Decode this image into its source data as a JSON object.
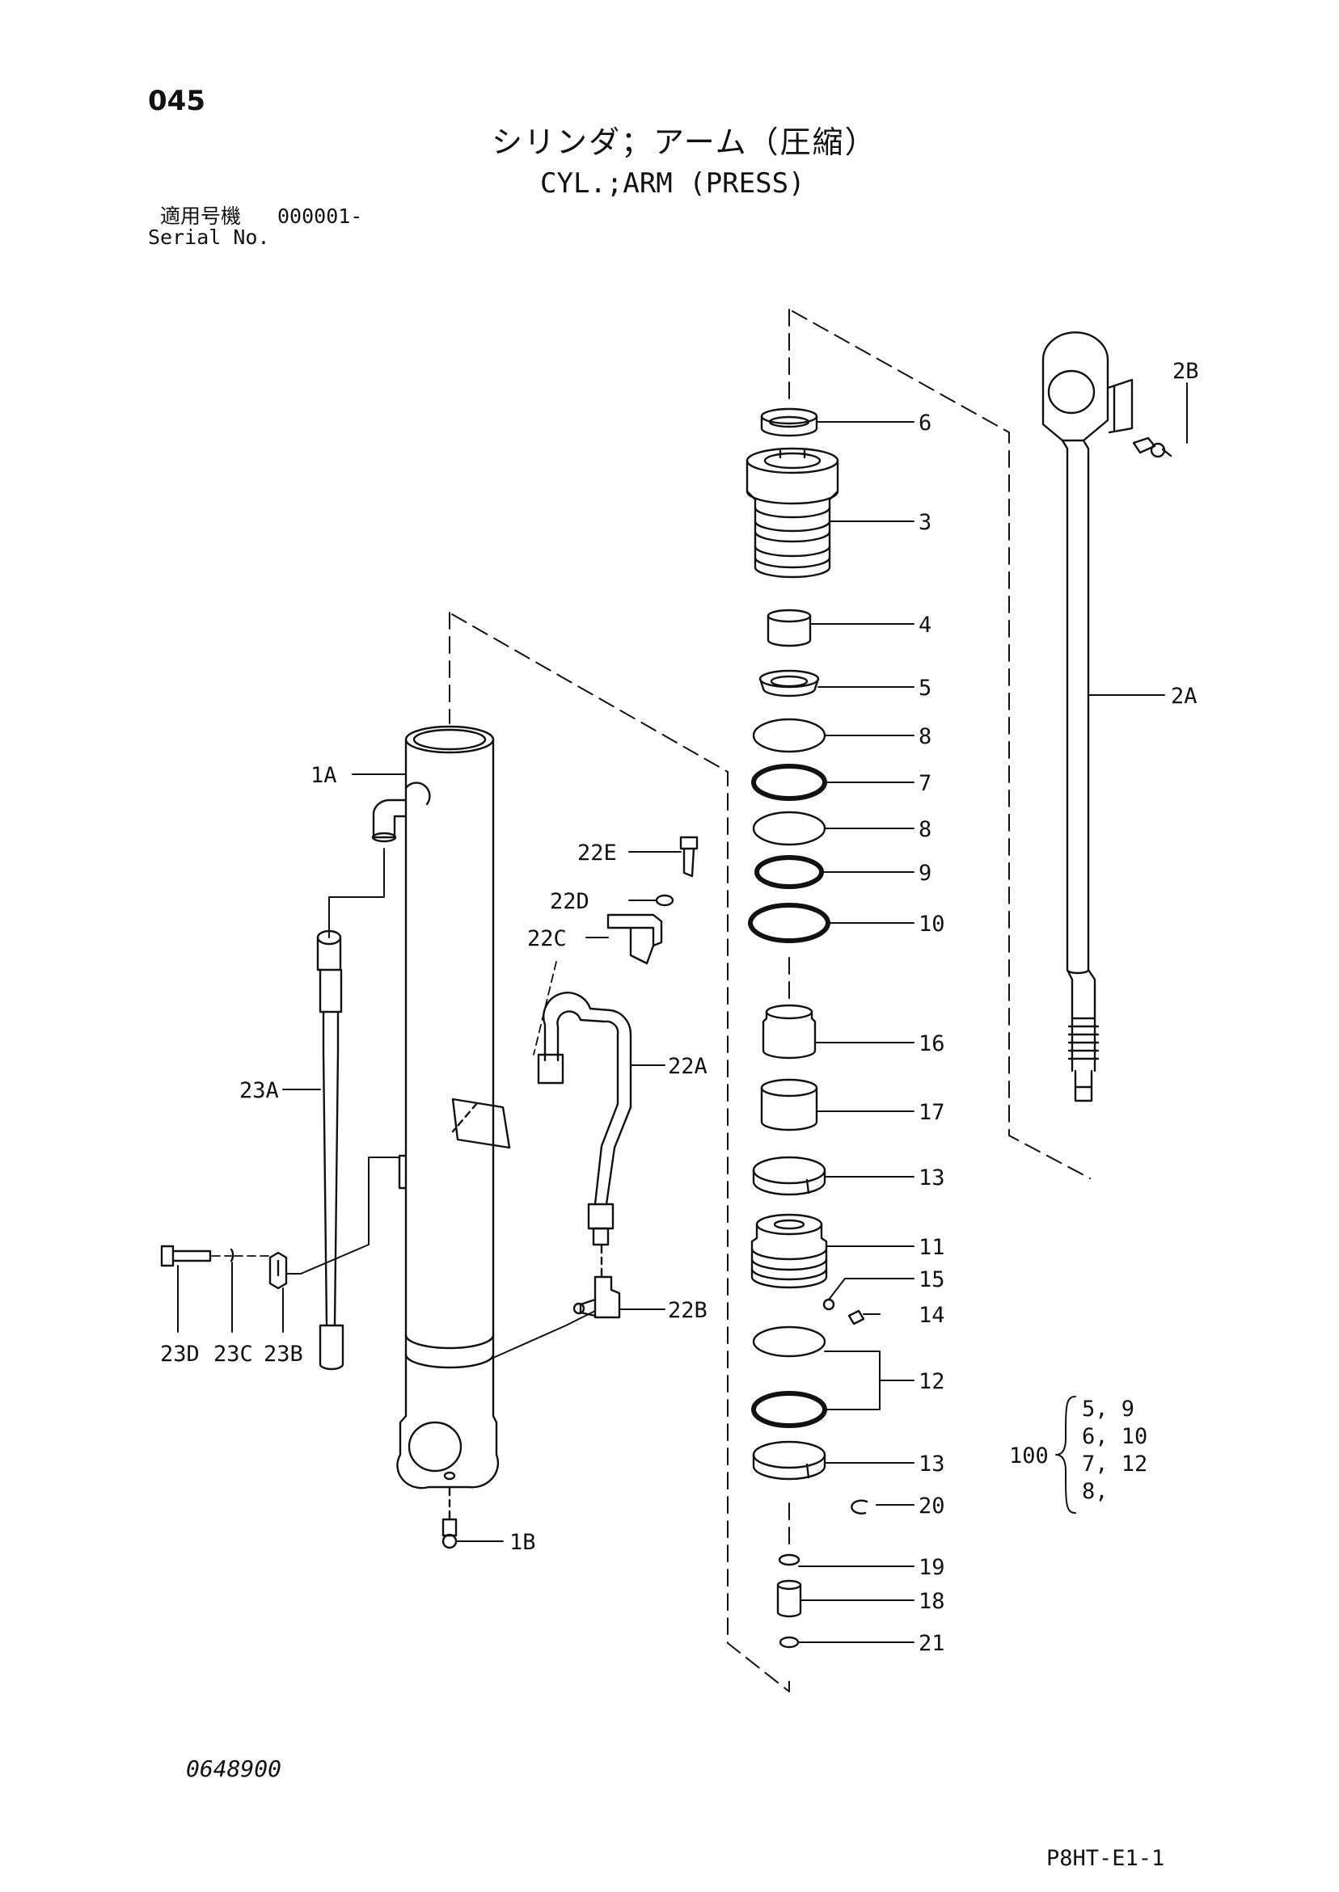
{
  "header": {
    "page_number": "045",
    "title_jp": "シリンダ；アーム（圧縮）",
    "title_en": "CYL.;ARM (PRESS)",
    "serial_label_jp": "適用号機",
    "serial_value": "000001-",
    "serial_label_en": "Serial No."
  },
  "callouts": {
    "p6": "6",
    "p3": "3",
    "p4": "4",
    "p5": "5",
    "p8a": "8",
    "p7": "7",
    "p8b": "8",
    "p9": "9",
    "p10": "10",
    "p16": "16",
    "p17": "17",
    "p13a": "13",
    "p11": "11",
    "p15": "15",
    "p14": "14",
    "p12": "12",
    "p13b": "13",
    "p20": "20",
    "p19": "19",
    "p18": "18",
    "p21": "21",
    "p2A": "2A",
    "p2B": "2B",
    "p1A": "1A",
    "p1B": "1B",
    "p22A": "22A",
    "p22B": "22B",
    "p22C": "22C",
    "p22D": "22D",
    "p22E": "22E",
    "p23A": "23A",
    "p23B": "23B",
    "p23C": "23C",
    "p23D": "23D"
  },
  "kit": {
    "number": "100",
    "lines": [
      "5,  9",
      "6,  10",
      "7,  12",
      "8,"
    ]
  },
  "footer": {
    "drawing_number": "0648900",
    "sheet_id": "P8HT-E1-1"
  }
}
